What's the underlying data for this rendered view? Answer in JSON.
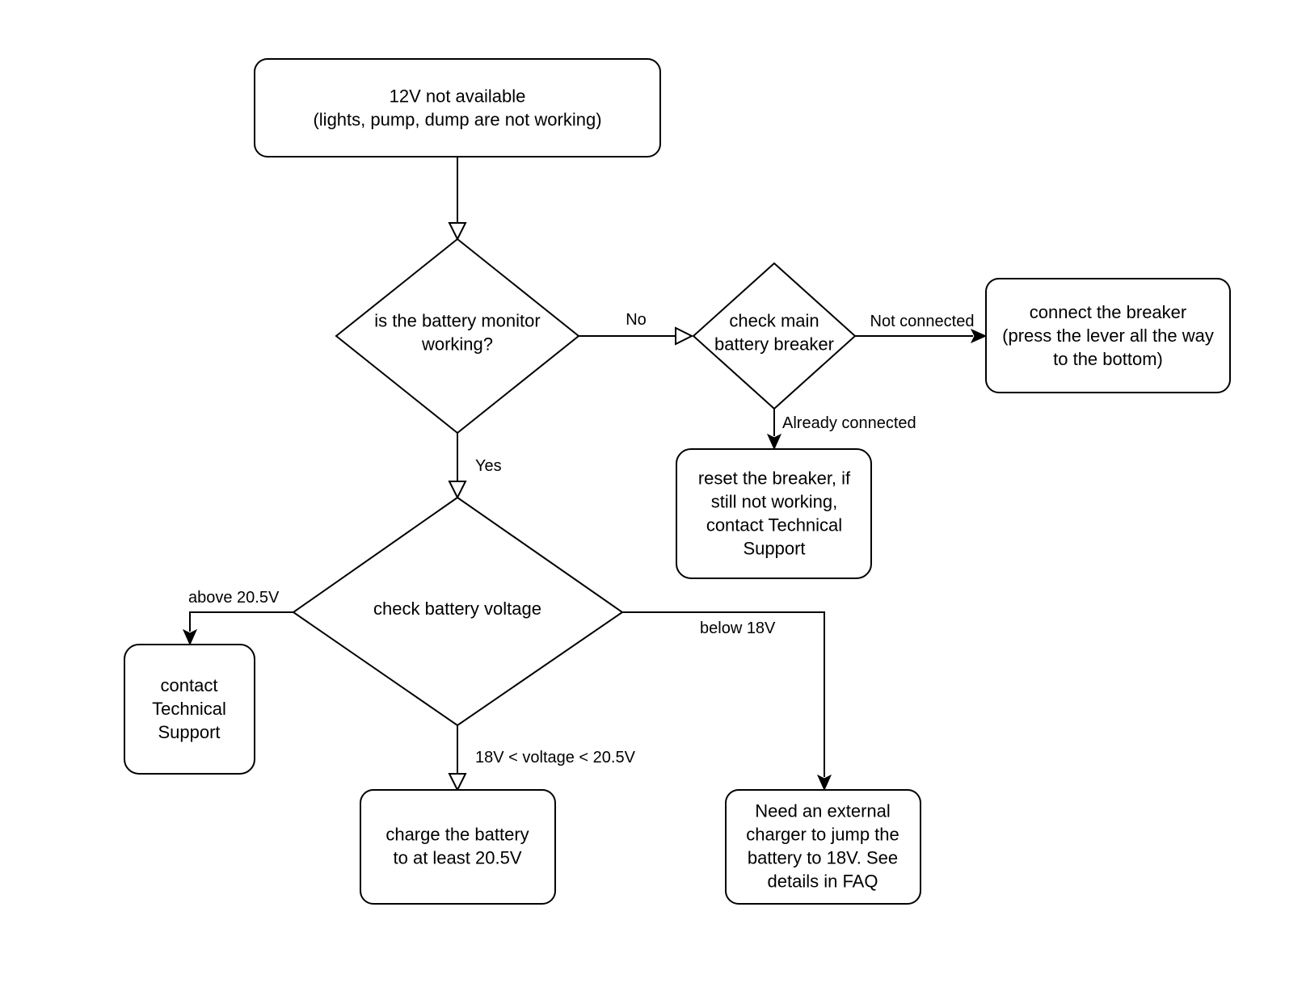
{
  "nodes": {
    "start": {
      "lines": [
        "12V not available",
        "(lights, pump, dump are not working)"
      ]
    },
    "monitor": {
      "lines": [
        "is the battery monitor",
        "working?"
      ]
    },
    "breaker_check": {
      "lines": [
        "check main",
        "battery breaker"
      ]
    },
    "connect_breaker": {
      "lines": [
        "connect the breaker",
        "(press the lever all the way",
        "to the bottom)"
      ]
    },
    "reset_breaker": {
      "lines": [
        "reset the breaker, if",
        "still not working,",
        "contact Technical",
        "Support"
      ]
    },
    "voltage": {
      "lines": [
        "check battery voltage"
      ]
    },
    "contact_support": {
      "lines": [
        "contact",
        "Technical",
        "Support"
      ]
    },
    "charge": {
      "lines": [
        "charge the battery",
        "to at least 20.5V"
      ]
    },
    "external_charger": {
      "lines": [
        "Need an external",
        "charger to jump the",
        "battery to 18V. See",
        "details in FAQ"
      ]
    }
  },
  "edges": {
    "no": "No",
    "yes": "Yes",
    "not_connected": "Not connected",
    "already_connected": "Already connected",
    "above": "above 20.5V",
    "below": "below 18V",
    "between": "18V < voltage < 20.5V"
  }
}
